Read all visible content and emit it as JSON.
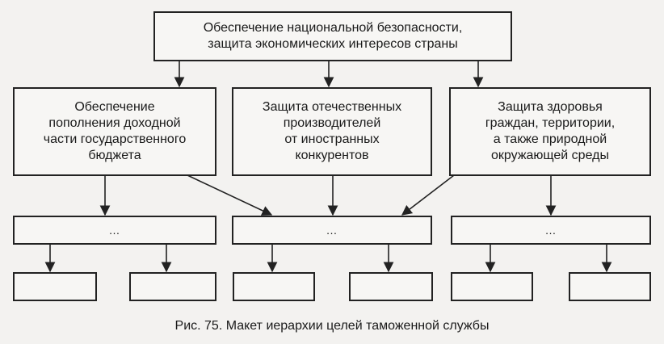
{
  "top_goal": "Обеспечение национальной безопасности,\nзащита экономических интересов страны",
  "goals": [
    "Обеспечение\nпополнения доходной\nчасти государственного\nбюджета",
    "Защита отечественных\nпроизводителей\nот иностранных\nконкурентов",
    "Защита здоровья\nграждан, территории,\nа также природной\nокружающей среды"
  ],
  "subgoals": [
    "…",
    "…",
    "…"
  ],
  "caption": "Рис. 75. Макет иерархии целей таможенной службы"
}
